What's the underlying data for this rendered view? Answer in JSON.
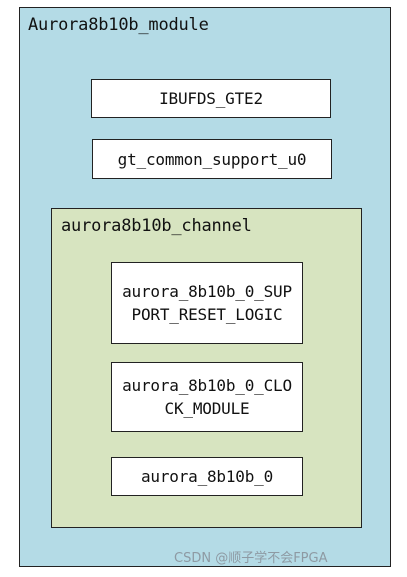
{
  "outer_module": {
    "title": "Aurora8b10b_module",
    "ibufds_label": "IBUFDS_GTE2",
    "gt_common_label": "gt_common_support_u0"
  },
  "channel": {
    "title": "aurora8b10b_channel",
    "support_reset_label": "aurora_8b10b_0_SUPPORT_RESET_LOGIC",
    "clock_module_label": "aurora_8b10b_0_CLOCK_MODULE",
    "core_label": "aurora_8b10b_0"
  },
  "watermark": "CSDN @顺子学不会FPGA",
  "colors": {
    "outer_fill": "#b4dbe6",
    "channel_fill": "#d7e4c0",
    "block_fill": "#ffffff",
    "border": "#222222"
  }
}
